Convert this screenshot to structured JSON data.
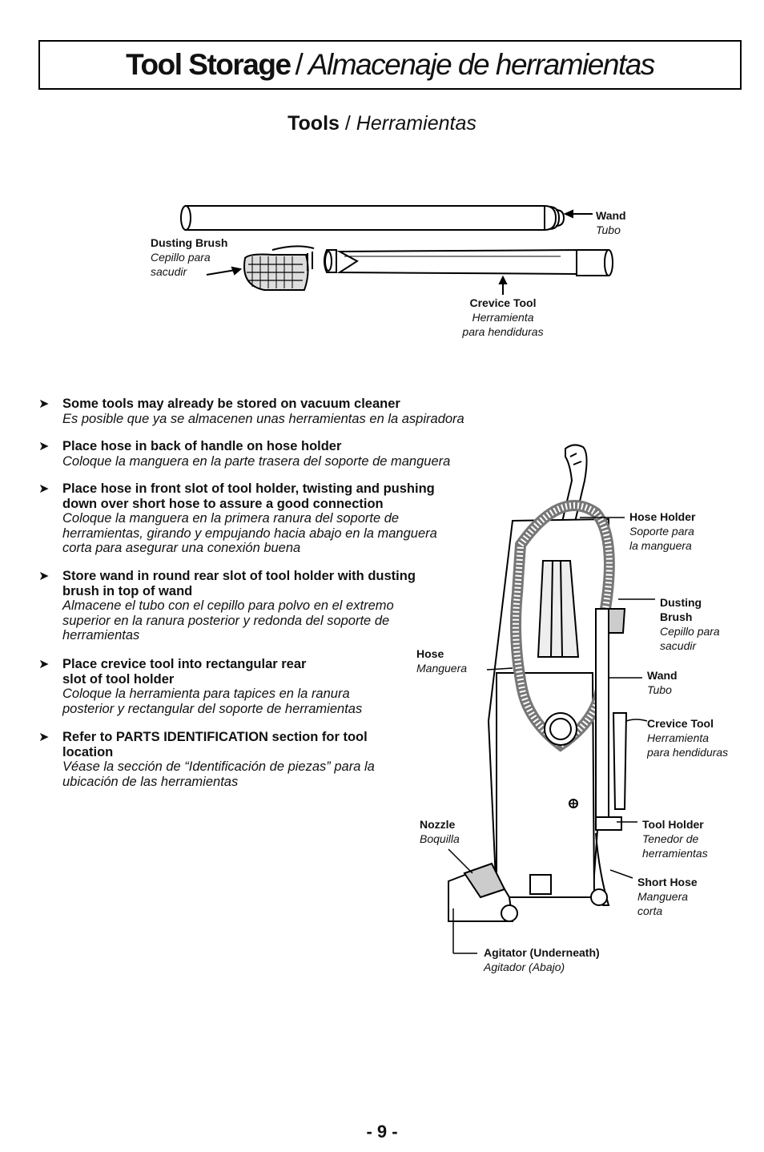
{
  "header": {
    "title_en": "Tool Storage",
    "title_sep": "/",
    "title_es": "Almacenaje de herramientas",
    "subtitle_en": "Tools",
    "subtitle_sep": "/",
    "subtitle_es": "Herramientas"
  },
  "tools_diagram": {
    "wand": {
      "en": "Wand",
      "es": "Tubo"
    },
    "dusting_brush": {
      "en": "Dusting Brush",
      "es1": "Cepillo para",
      "es2": "sacudir"
    },
    "crevice_tool": {
      "en": "Crevice Tool",
      "es1": "Herramienta",
      "es2": "para hendiduras"
    }
  },
  "instructions": [
    {
      "en": [
        "Some tools may already be stored on vacuum cleaner"
      ],
      "es": [
        "Es posible que ya se almacenen unas herramientas en la aspiradora"
      ]
    },
    {
      "en": [
        "Place hose in back of handle on hose holder"
      ],
      "es": [
        "Coloque la manguera en la parte trasera del soporte de manguera"
      ]
    },
    {
      "en": [
        "Place hose in front slot of tool holder, twisting and pushing",
        "down over short hose to assure a good connection"
      ],
      "es": [
        "Coloque la manguera en la primera ranura del soporte de",
        "herramientas, girando y empujando hacia abajo en la manguera",
        "corta para asegurar una conexión buena"
      ]
    },
    {
      "en": [
        "Store wand in round rear slot of tool holder with dusting",
        "brush in top of wand"
      ],
      "es": [
        "Almacene el tubo con el cepillo para polvo en el extremo",
        "superior en la ranura posterior y redonda del soporte de",
        "herramientas"
      ]
    },
    {
      "en": [
        "Place crevice tool into rectangular rear",
        "slot of tool holder"
      ],
      "es": [
        "Coloque la herramienta para tapices en la ranura",
        "posterior y rectangular del soporte de herramientas"
      ]
    },
    {
      "en": [
        "Refer to PARTS IDENTIFICATION section for tool",
        "location"
      ],
      "es": [
        "Véase la sección de “Identificación de piezas” para la",
        "ubicación de las herramientas"
      ]
    }
  ],
  "vacuum_diagram": {
    "hose_holder": {
      "en": "Hose Holder",
      "es1": "Soporte para",
      "es2": "la manguera"
    },
    "dusting_brush": {
      "en1": "Dusting",
      "en2": "Brush",
      "es1": "Cepillo para",
      "es2": "sacudir"
    },
    "wand": {
      "en": "Wand",
      "es": "Tubo"
    },
    "crevice_tool": {
      "en": "Crevice Tool",
      "es1": "Herramienta",
      "es2": "para hendiduras"
    },
    "hose": {
      "en": "Hose",
      "es": "Manguera"
    },
    "tool_holder": {
      "en": "Tool Holder",
      "es1": "Tenedor de",
      "es2": "herramientas"
    },
    "nozzle": {
      "en": "Nozzle",
      "es": "Boquilla"
    },
    "short_hose": {
      "en": "Short Hose",
      "es1": "Manguera",
      "es2": "corta"
    },
    "agitator": {
      "en": "Agitator (Underneath)",
      "es": "Agitador (Abajo)"
    }
  },
  "footer": {
    "page_number": "- 9 -"
  },
  "icons": {
    "bullet": "arrowhead-bullet-icon"
  }
}
